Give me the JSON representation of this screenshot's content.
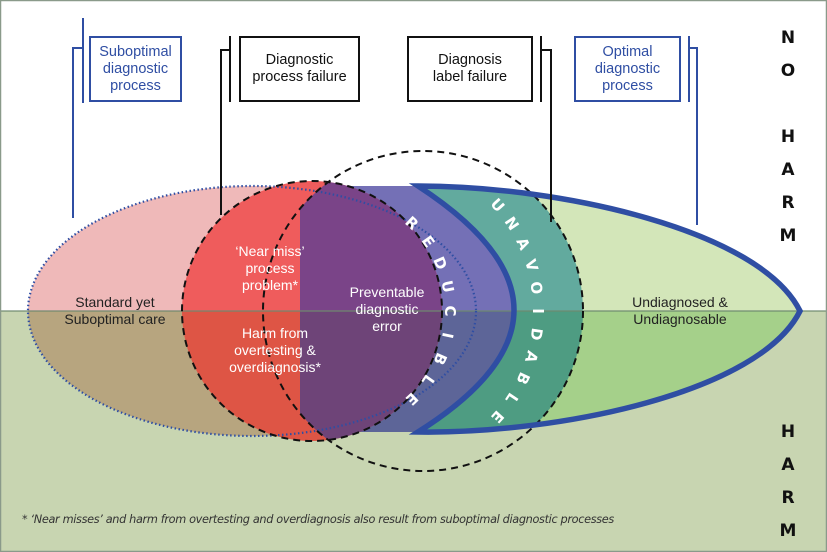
{
  "colors": {
    "no_harm_bg": "#ffffff",
    "harm_bg": "#c8d5b1",
    "frame": "#8a9a8a",
    "blue": "#2f4ea3",
    "black": "#111111",
    "suboptimal_top": "#efb9b9",
    "suboptimal_bottom": "#b7a57f",
    "process_failure_top": "#ef5c5c",
    "process_failure_bottom": "#de5545",
    "preventable_top": "#7a4488",
    "preventable_bottom": "#6e4478",
    "reducible_top": "#7470b6",
    "reducible_bottom": "#5d6598",
    "unavoidable_top": "#62aa9e",
    "unavoidable_bottom": "#4e9c82",
    "undiagnosed_top": "#d3e6b9",
    "undiagnosed_bottom": "#a5d08a"
  },
  "boxes": [
    {
      "id": "suboptimal",
      "label": "Suboptimal\ndiagnostic\nprocess",
      "style": "blue"
    },
    {
      "id": "process-failure",
      "label": "Diagnostic\nprocess failure",
      "style": "black"
    },
    {
      "id": "label-failure",
      "label": "Diagnosis\nlabel failure",
      "style": "black"
    },
    {
      "id": "optimal",
      "label": "Optimal\ndiagnostic\nprocess",
      "style": "blue"
    }
  ],
  "side_labels": {
    "no_harm": [
      "N",
      "O",
      "",
      "H",
      "A",
      "R",
      "M"
    ],
    "harm": [
      "H",
      "A",
      "R",
      "M"
    ]
  },
  "regions": {
    "standard_care": "Standard yet\nSuboptimal care",
    "near_miss": "‘Near miss’\nprocess\nproblem*",
    "overtesting": "Harm from\novertesting &\noverdiagnosis*",
    "preventable": "Preventable\ndiagnostic\nerror",
    "reducible": "REDUCIBLE",
    "unavoidable": "UNAVOIDABLE",
    "undiagnosed": "Undiagnosed &\nUndiagnosable"
  },
  "footnote": "* ‘Near misses’ and harm from overtesting and overdiagnosis also result from suboptimal diagnostic processes"
}
